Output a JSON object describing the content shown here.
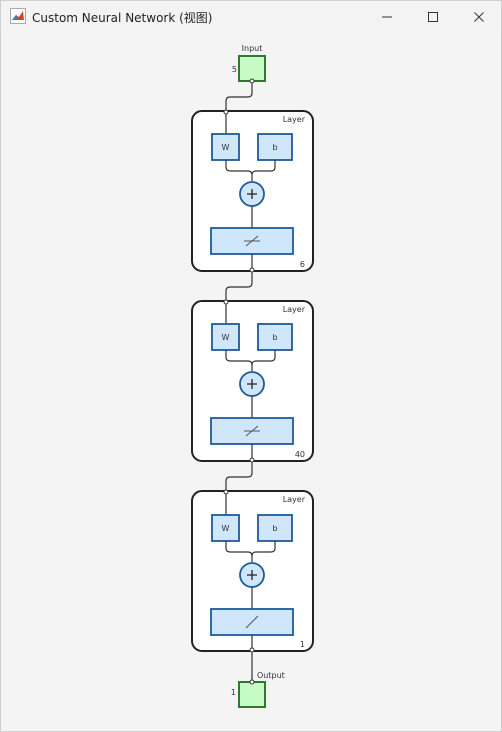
{
  "window": {
    "title": "Custom Neural Network (视图)",
    "icon": "matlab-icon"
  },
  "controls": {
    "minimize": "minimize-icon",
    "maximize": "maximize-icon",
    "close": "close-icon"
  },
  "network": {
    "input": {
      "label": "Input",
      "size": "5"
    },
    "layers": [
      {
        "title": "Layer",
        "weight_label": "W",
        "bias_label": "b",
        "size": "6"
      },
      {
        "title": "Layer",
        "weight_label": "W",
        "bias_label": "b",
        "size": "40"
      },
      {
        "title": "Layer",
        "weight_label": "W",
        "bias_label": "b",
        "size": "1"
      }
    ],
    "output": {
      "label": "Output",
      "size": "1"
    }
  },
  "colors": {
    "io_fill": "#c6fbc6",
    "io_stroke": "#2f7a2f",
    "block_fill": "#cfe6fb",
    "block_stroke": "#1f5a9a",
    "layer_stroke": "#222222"
  }
}
